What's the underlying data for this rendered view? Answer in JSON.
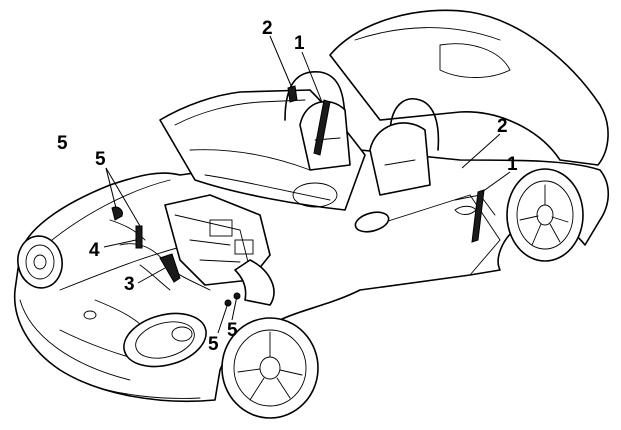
{
  "callouts": [
    {
      "id": "c1a",
      "text": "2"
    },
    {
      "id": "c1b",
      "text": "1"
    },
    {
      "id": "c2a",
      "text": "2"
    },
    {
      "id": "c2b",
      "text": "1"
    },
    {
      "id": "c3a",
      "text": "5"
    },
    {
      "id": "c3b",
      "text": "5"
    },
    {
      "id": "c4",
      "text": "4"
    },
    {
      "id": "c5",
      "text": "3"
    },
    {
      "id": "c6a",
      "text": "5"
    },
    {
      "id": "c6b",
      "text": "5"
    }
  ],
  "colors": {
    "ink": "#000000",
    "paper": "#ffffff"
  }
}
